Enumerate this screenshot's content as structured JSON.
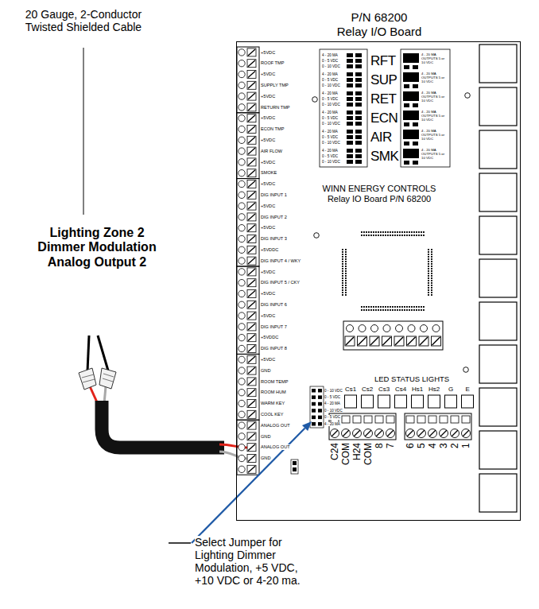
{
  "diagram": {
    "nodes": [
      {
        "text": [
          "P/N 68200 Relay I/O Board",
          "WINN ENERGY CONTROLS Relay IO Board P/N 68200"
        ]
      }
    ],
    "labels": [
      "20 Gauge, 2-Conductor Twisted Shielded Cable",
      "Lighting Zone 2 Dimmer Modulation Analog Output 2",
      "Select Jumper for Lighting Dimmer Modulation, +5 VDC, +10 VDC or 4-20 ma.",
      "+5VDC",
      "ROOF TMP",
      "+5VDC",
      "SUPPLY TMP",
      "+5VDC",
      "RETURN TMP",
      "+5VDC",
      "ECON TMP",
      "+5VDC",
      "AIR FLOW",
      "+5VDC",
      "SMOKE",
      "+5VDC",
      "DIG INPUT 1",
      "+5VDC",
      "DIG INPUT 2",
      "+5VDC",
      "DIG INPUT 3",
      "+5VDDC",
      "DIG INPUT 4 / WKY",
      "+5VDC",
      "DIG INPUT 5 / CKY",
      "+5VDC",
      "DIG INPUT 6",
      "+5VDC",
      "DIG INPUT 7",
      "+5VDDC",
      "DIG INPUT 8",
      "+5VDC",
      "GND",
      "ROOM TEMP",
      "ROOM HUM",
      "WARM KEY",
      "COOL KEY",
      "ANALOG OUT",
      "GND",
      "ANALOG OUT",
      "GND",
      "4 - 20 MA",
      "0 - 5 VDC",
      "0 - 10 VDC",
      "4 - 20 MA",
      "0 - 5 VDC",
      "0 - 10 VDC",
      "4 - 20 MA",
      "0 - 5 VDC",
      "0 - 10 VDC",
      "4 - 20 MA",
      "0 - 5 VDC",
      "0 - 10 VDC",
      "4 - 20 MA",
      "0 - 5 VDC",
      "0 - 10 VDC",
      "4 - 20 MA",
      "0 - 5 VDC",
      "0 - 10 VDC",
      "RFT",
      "SUP",
      "RET",
      "ECN",
      "AIR",
      "SMK",
      "4 - 20 MA OUTPUTS 5 or 10 VDC",
      "4 - 20 MA OUTPUTS 5 or 10 VDC",
      "4 - 20 MA OUTPUTS 5 or 10 VDC",
      "4 - 20 MA OUTPUTS 5 or 10 VDC",
      "4 - 20 MA OUTPUTS 5 or 10 VDC",
      "4 - 20 MA OUTPUTS 5 or 10 VDC",
      "LED STATUS LIGHTS",
      "0 - 10 VDC",
      "0 - 5 VDC",
      "4 - 20 MA",
      "0 - 10 VDC",
      "0 - 5 VDC",
      "4 - 20 MA",
      "Cs1",
      "Cs2",
      "Cs3",
      "Cs4",
      "Hs1",
      "Hs2",
      "G",
      "E",
      "C24",
      "COM",
      "H24",
      "COM",
      "8",
      "7",
      "6",
      "5",
      "4",
      "3",
      "2",
      "1"
    ]
  }
}
